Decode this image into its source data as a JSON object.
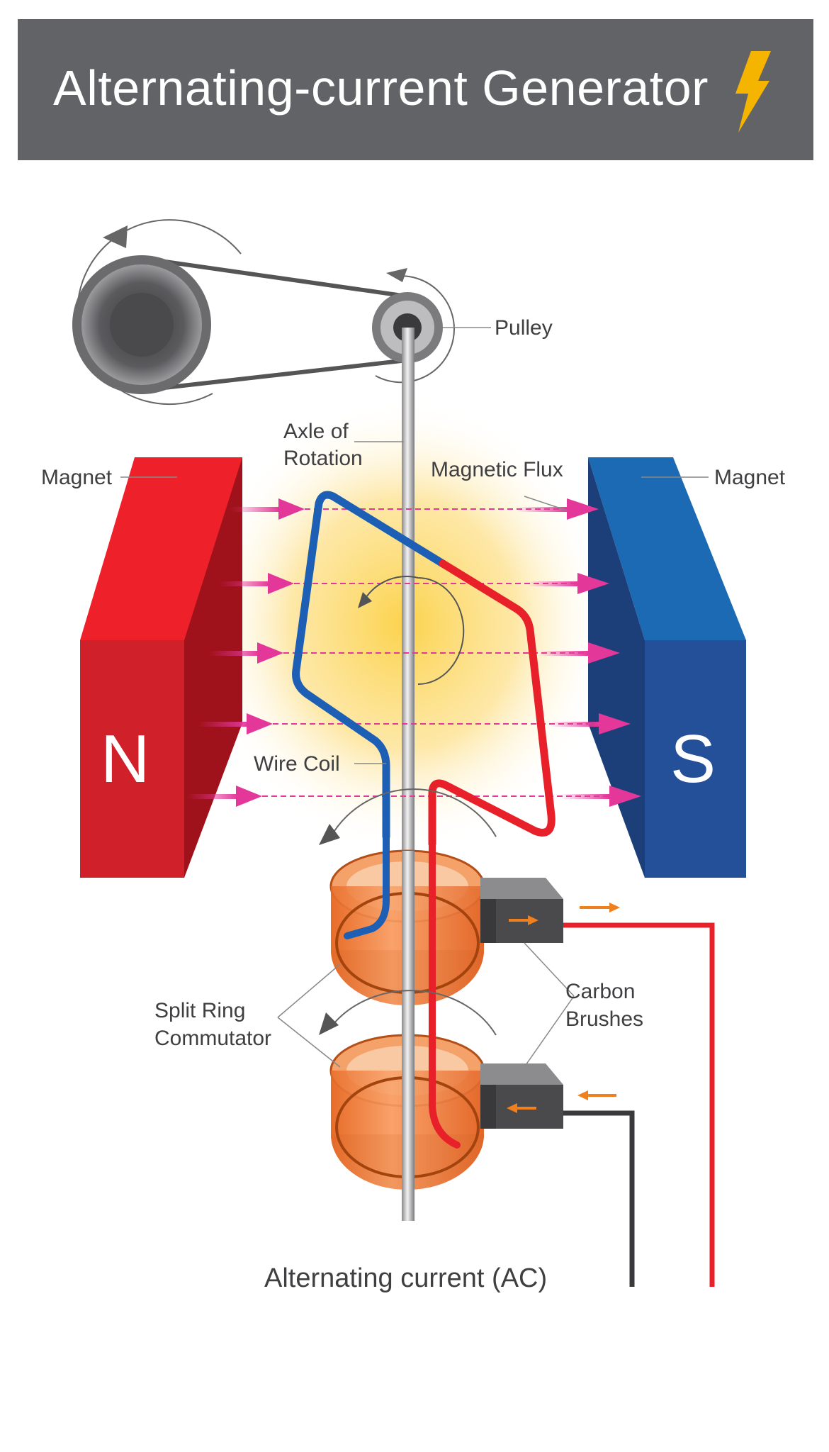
{
  "title": "Alternating-current Generator",
  "icons": {
    "title_icon": "lightning-bolt-icon"
  },
  "colors": {
    "title_bar": "#626366",
    "north_magnet": "#d4202a",
    "south_magnet": "#1f4f9a",
    "wire_blue": "#1c5fb5",
    "wire_red": "#e8202a",
    "commutator": "#f07f3c",
    "flux_arrow": "#e4379a",
    "current_arrow": "#f07f1e",
    "lightning": "#f5b400"
  },
  "labels": {
    "pulley": "Pulley",
    "axle_line1": "Axle of",
    "axle_line2": "Rotation",
    "magnet_left": "Magnet",
    "magnet_right": "Magnet",
    "magnetic_flux": "Magnetic Flux",
    "wire_coil": "Wire Coil",
    "carbon_line1": "Carbon",
    "carbon_line2": "Brushes",
    "split_line1": "Split Ring",
    "split_line2": "Commutator",
    "pole_n": "N",
    "pole_s": "S",
    "ac_caption": "Alternating current (AC)"
  }
}
